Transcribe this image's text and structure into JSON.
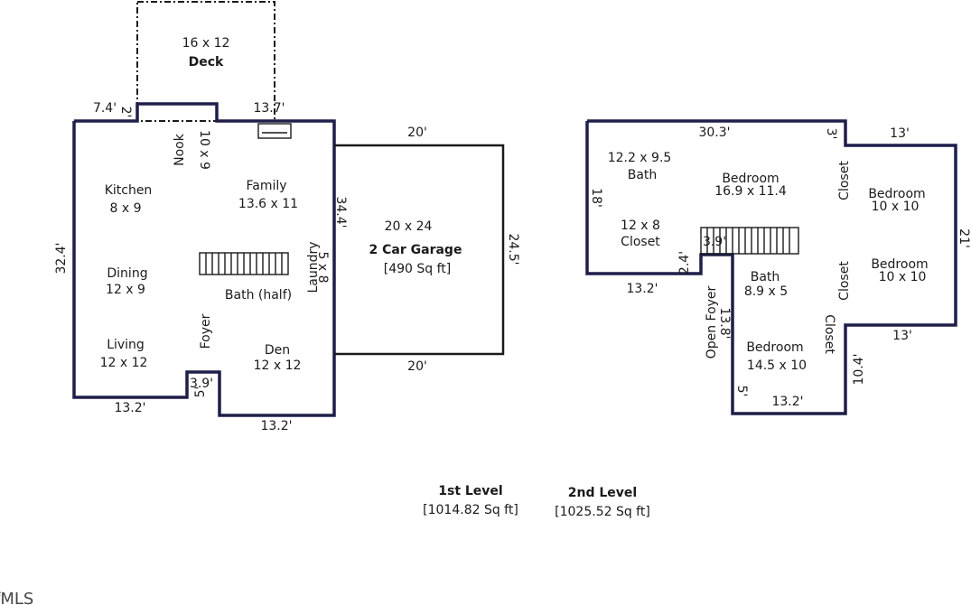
{
  "level1": {
    "deck": {
      "dims": "16 x 12",
      "name": "Deck"
    },
    "kitchen": {
      "name": "Kitchen",
      "dims": "8 x 9"
    },
    "nook": {
      "name": "Nook",
      "dims": "10 x 9"
    },
    "family": {
      "name": "Family",
      "dims": "13.6 x 11"
    },
    "dining": {
      "name": "Dining",
      "dims": "12 x 9"
    },
    "bath_half": {
      "name": "Bath (half)"
    },
    "laundry": {
      "name": "Laundry",
      "dims": "5 x 8"
    },
    "living": {
      "name": "Living",
      "dims": "12 x 12"
    },
    "foyer": {
      "name": "Foyer"
    },
    "den": {
      "name": "Den",
      "dims": "12 x 12"
    },
    "garage": {
      "dims": "20 x 24",
      "name": "2 Car Garage",
      "area": "[490 Sq ft]"
    },
    "measurements": {
      "left_top": "7.4'",
      "small_2": "2'",
      "top": "13.7'",
      "left": "32.4'",
      "mid": "34.4'",
      "garage_top": "20'",
      "garage_right": "24.5'",
      "garage_bottom": "20'",
      "bottom_left": "13.2'",
      "bottom_right": "13.2'",
      "notch_w": "3.9'",
      "notch_h": "5'"
    },
    "label": "1st Level",
    "area": "[1014.82 Sq ft]"
  },
  "level2": {
    "bath_a": {
      "dims": "12.2 x 9.5",
      "name": "Bath"
    },
    "closet_a": {
      "dims": "12 x 8",
      "name": "Closet"
    },
    "bedroom_main": {
      "name": "Bedroom",
      "dims": "16.9 x 11.4"
    },
    "closet_1": {
      "name": "Closet"
    },
    "bedroom_1": {
      "name": "Bedroom",
      "dims": "10 x 10"
    },
    "closet_2": {
      "name": "Closet"
    },
    "bedroom_2": {
      "name": "Bedroom",
      "dims": "10 x 10"
    },
    "bath_b": {
      "name": "Bath",
      "dims": "8.9 x 5"
    },
    "open_foyer": {
      "name": "Open Foyer"
    },
    "closet_3": {
      "name": "Closet"
    },
    "bedroom_3": {
      "name": "Bedroom",
      "dims": "14.5 x 10"
    },
    "measurements": {
      "top": "30.3'",
      "small_3": "3'",
      "right_top": "13'",
      "left": "18'",
      "right": "21'",
      "stair": "3.9'",
      "stair_side": "2.4'",
      "bottom_left": "13.2'",
      "foyer_side": "13.8'",
      "right_mid": "13'",
      "right_low": "10.4'",
      "bottom_notch": "5'",
      "bottom": "13.2'"
    },
    "label": "2nd Level",
    "area": "[1025.52 Sq ft]"
  },
  "watermark": "fMLS"
}
